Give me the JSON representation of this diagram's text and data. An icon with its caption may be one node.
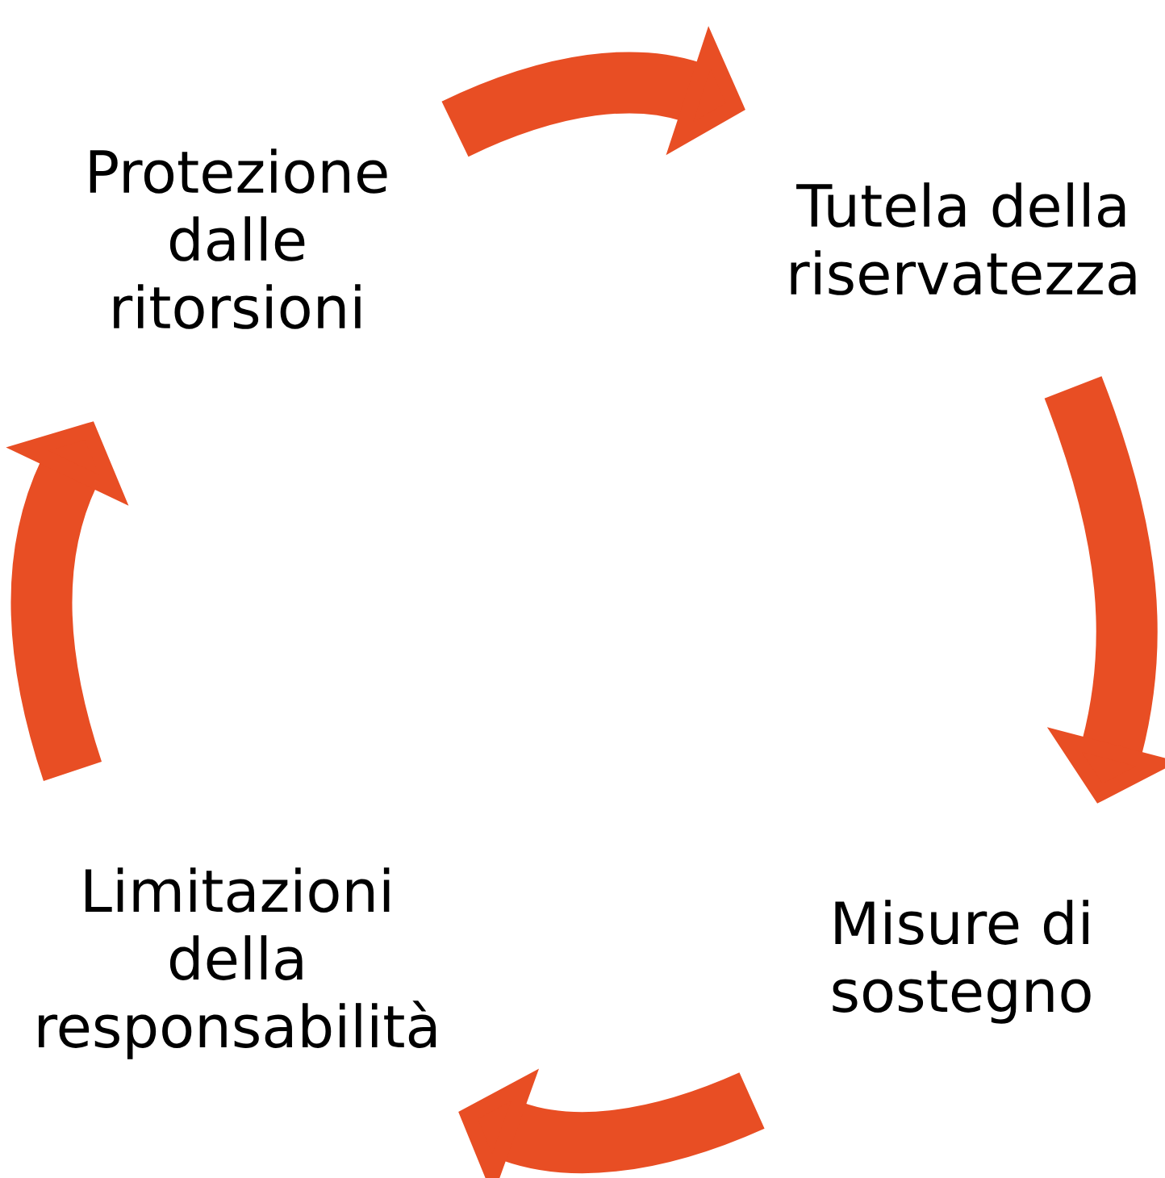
{
  "diagram": {
    "nodes": [
      {
        "text": [
          "Protezione dalle ritorsioni"
        ]
      },
      {
        "text": [
          "Tutela della riservatezza"
        ]
      },
      {
        "text": [
          "Misure di sostegno"
        ]
      },
      {
        "text": [
          "Limitazioni della responsabilità"
        ]
      }
    ],
    "edges": [
      {
        "from": 0,
        "to": 1,
        "arrow": "to"
      },
      {
        "from": 1,
        "to": 2,
        "arrow": "to"
      },
      {
        "from": 2,
        "to": 3,
        "arrow": "to"
      },
      {
        "from": 3,
        "to": 0,
        "arrow": "to"
      }
    ]
  }
}
